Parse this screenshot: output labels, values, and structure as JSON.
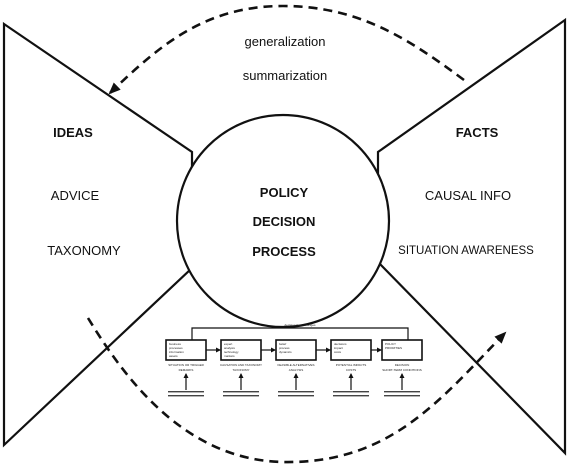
{
  "labels": {
    "generalization": "generalization",
    "summarization": "summarization",
    "ideas": "IDEAS",
    "advice": "ADVICE",
    "taxonomy": "TAXONOMY",
    "facts": "FACTS",
    "causal_info": "CAUSAL INFO",
    "situation_awareness": "SITUATION AWARENESS",
    "policy": "POLICY",
    "decision": "DECISION",
    "process": "PROCESS"
  },
  "inset": {
    "feedback_label": "decision flow / changes",
    "boxes": [
      {
        "lines": [
          "business",
          "processes",
          "information",
          "assets"
        ],
        "caption": "SITUATION OR TRIGGER"
      },
      {
        "lines": [
          "expert",
          "analysis",
          "technology",
          "markets"
        ],
        "caption": "CAUSATION AND TAXONOMY"
      },
      {
        "lines": [
          "belief",
          "process",
          "dynamics"
        ],
        "caption": "FEASIBLE ALTERNATIVES"
      },
      {
        "lines": [
          "decisions",
          "impact",
          "costs"
        ],
        "caption": "POTENTIAL IMPACTS"
      },
      {
        "lines": [
          "POLICY",
          "PRIORITIES"
        ],
        "caption": "DECISION"
      }
    ],
    "sub_captions": [
      "REMARKS",
      "TAXONOMY",
      "ANALYSIS",
      "COSTS",
      "SHORT-TERM CONDITIONS"
    ]
  }
}
